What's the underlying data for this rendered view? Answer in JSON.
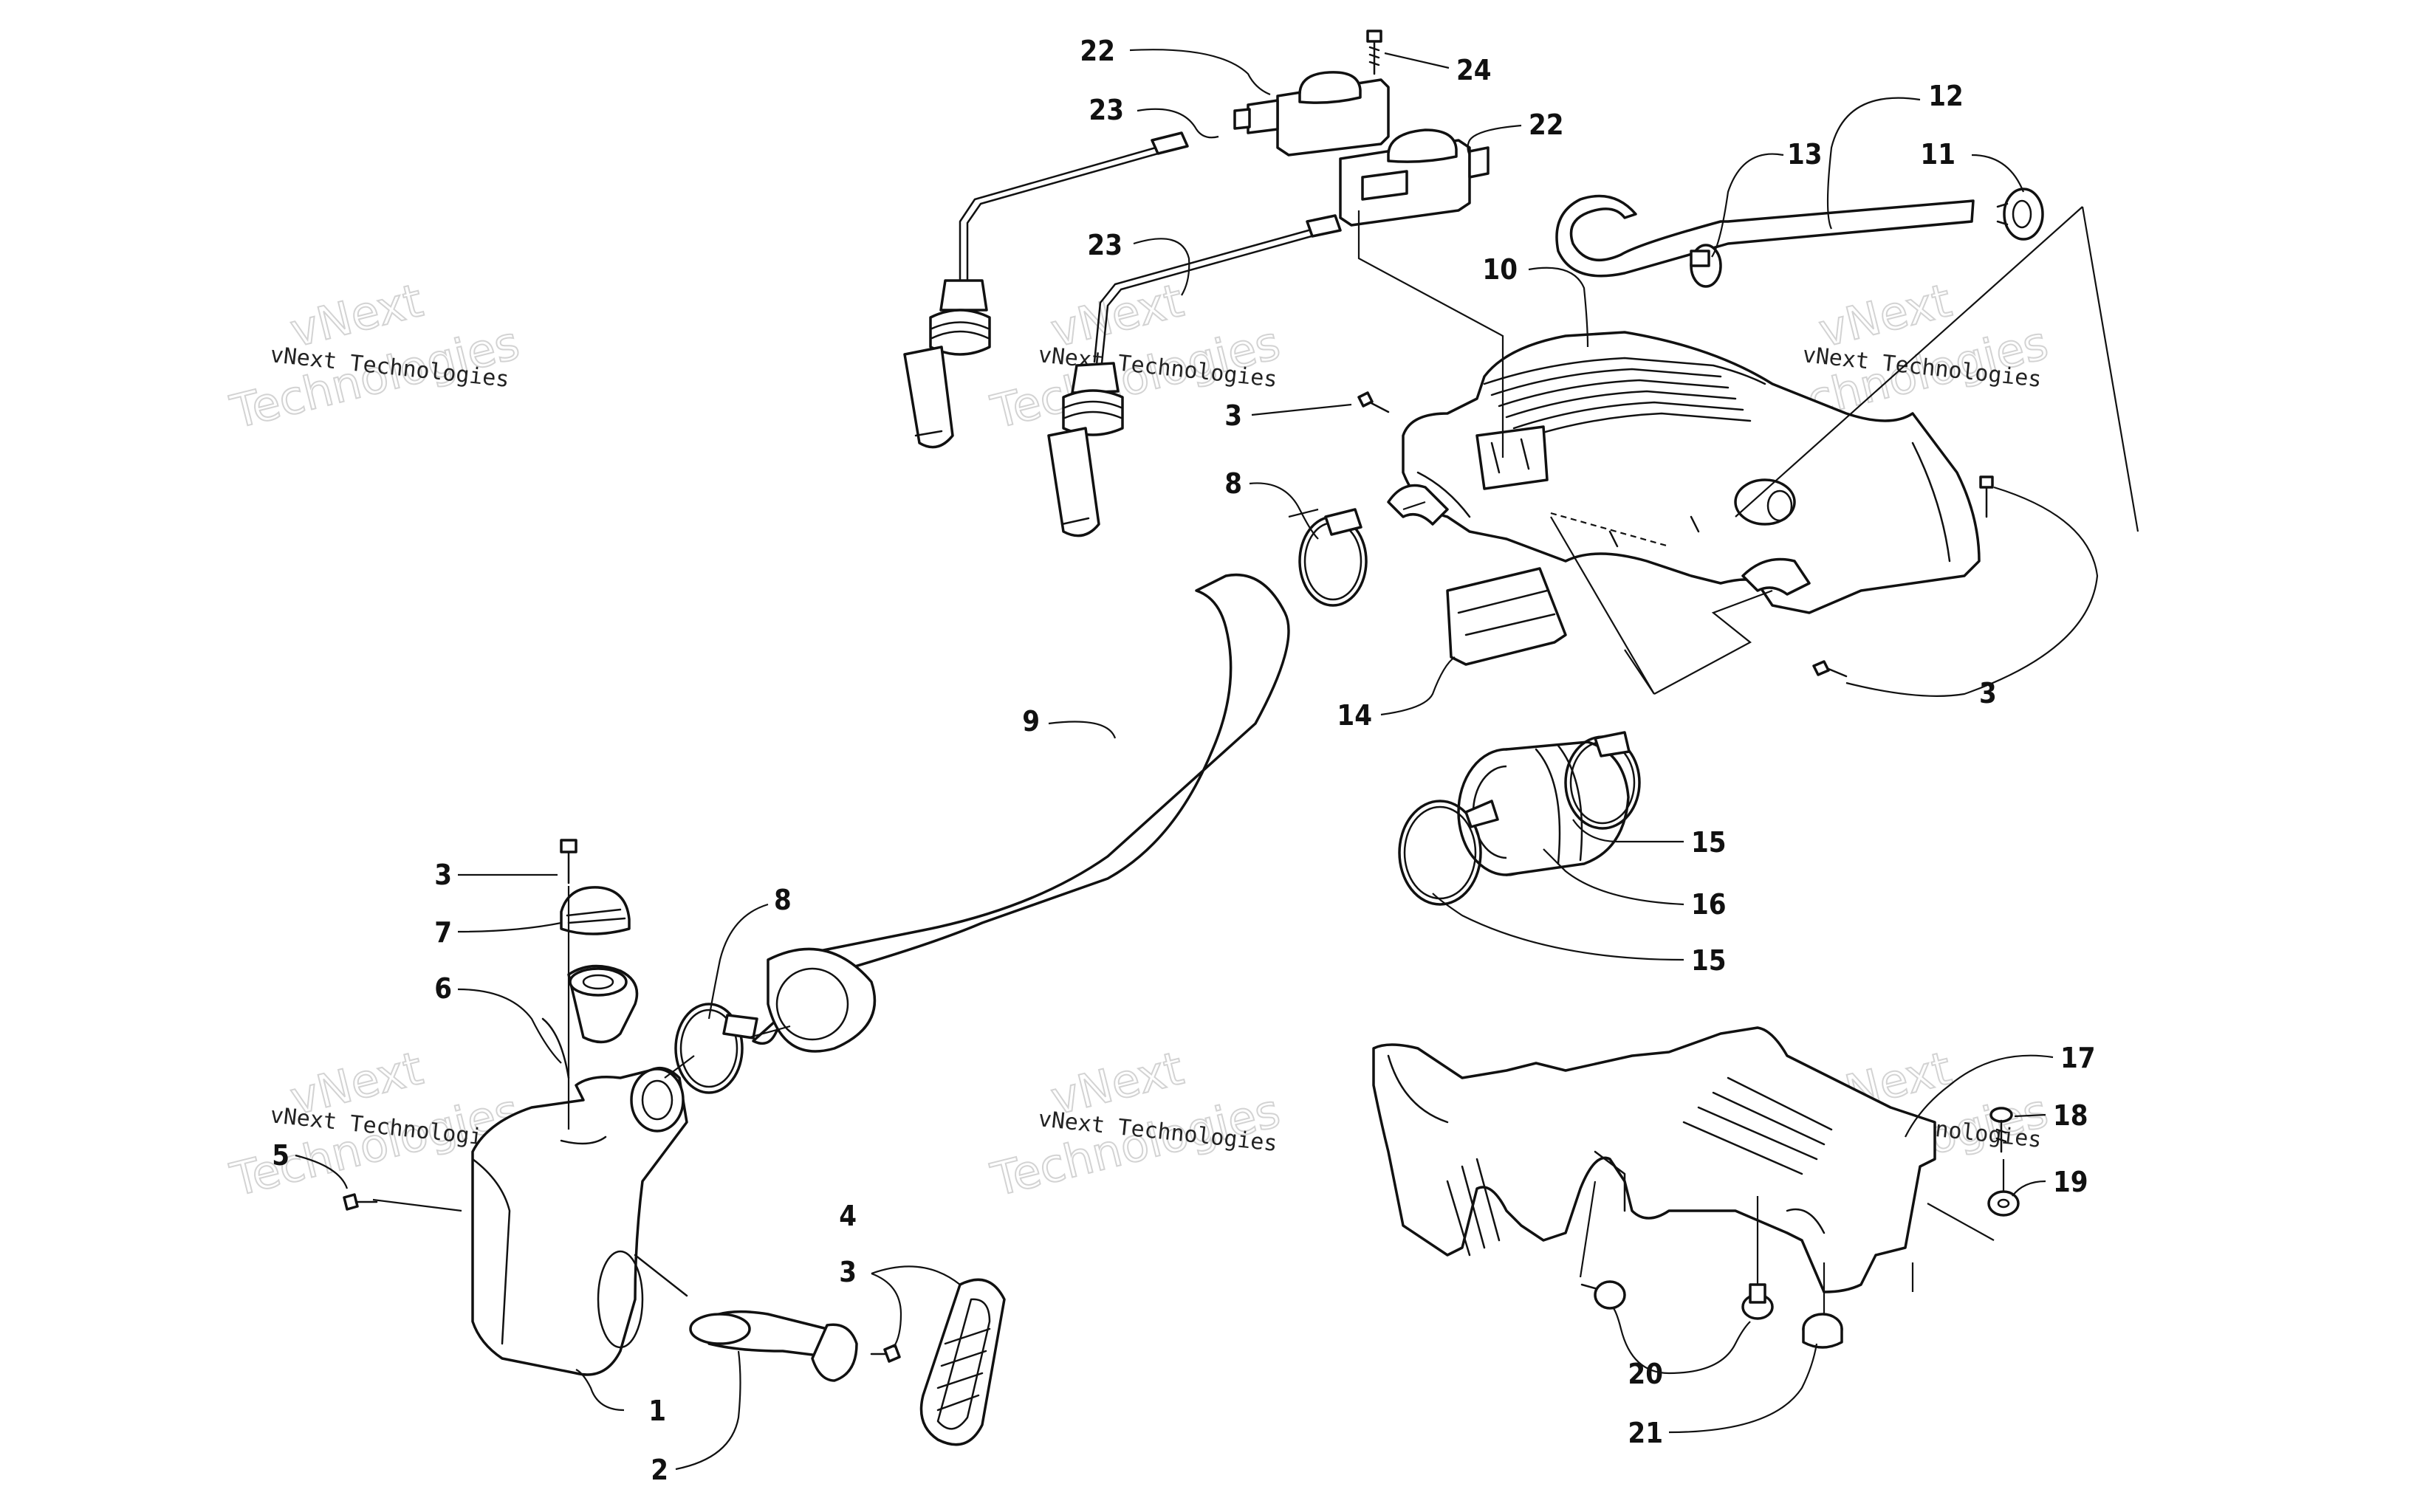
{
  "watermark": {
    "line1": "vNext Technologies",
    "line2": "vNext",
    "line3": "Technologies"
  },
  "callouts": [
    {
      "id": "c1",
      "label": "1"
    },
    {
      "id": "c2",
      "label": "2"
    },
    {
      "id": "c3a",
      "label": "3"
    },
    {
      "id": "c3b",
      "label": "3"
    },
    {
      "id": "c3c",
      "label": "3"
    },
    {
      "id": "c3d",
      "label": "3"
    },
    {
      "id": "c4",
      "label": "4"
    },
    {
      "id": "c5",
      "label": "5"
    },
    {
      "id": "c6",
      "label": "6"
    },
    {
      "id": "c7",
      "label": "7"
    },
    {
      "id": "c8a",
      "label": "8"
    },
    {
      "id": "c8b",
      "label": "8"
    },
    {
      "id": "c9",
      "label": "9"
    },
    {
      "id": "c10",
      "label": "10"
    },
    {
      "id": "c11",
      "label": "11"
    },
    {
      "id": "c12",
      "label": "12"
    },
    {
      "id": "c13",
      "label": "13"
    },
    {
      "id": "c14",
      "label": "14"
    },
    {
      "id": "c15a",
      "label": "15"
    },
    {
      "id": "c15b",
      "label": "15"
    },
    {
      "id": "c16",
      "label": "16"
    },
    {
      "id": "c17",
      "label": "17"
    },
    {
      "id": "c18",
      "label": "18"
    },
    {
      "id": "c19",
      "label": "19"
    },
    {
      "id": "c20",
      "label": "20"
    },
    {
      "id": "c21",
      "label": "21"
    },
    {
      "id": "c22a",
      "label": "22"
    },
    {
      "id": "c22b",
      "label": "22"
    },
    {
      "id": "c23a",
      "label": "23"
    },
    {
      "id": "c23b",
      "label": "23"
    },
    {
      "id": "c24",
      "label": "24"
    }
  ]
}
